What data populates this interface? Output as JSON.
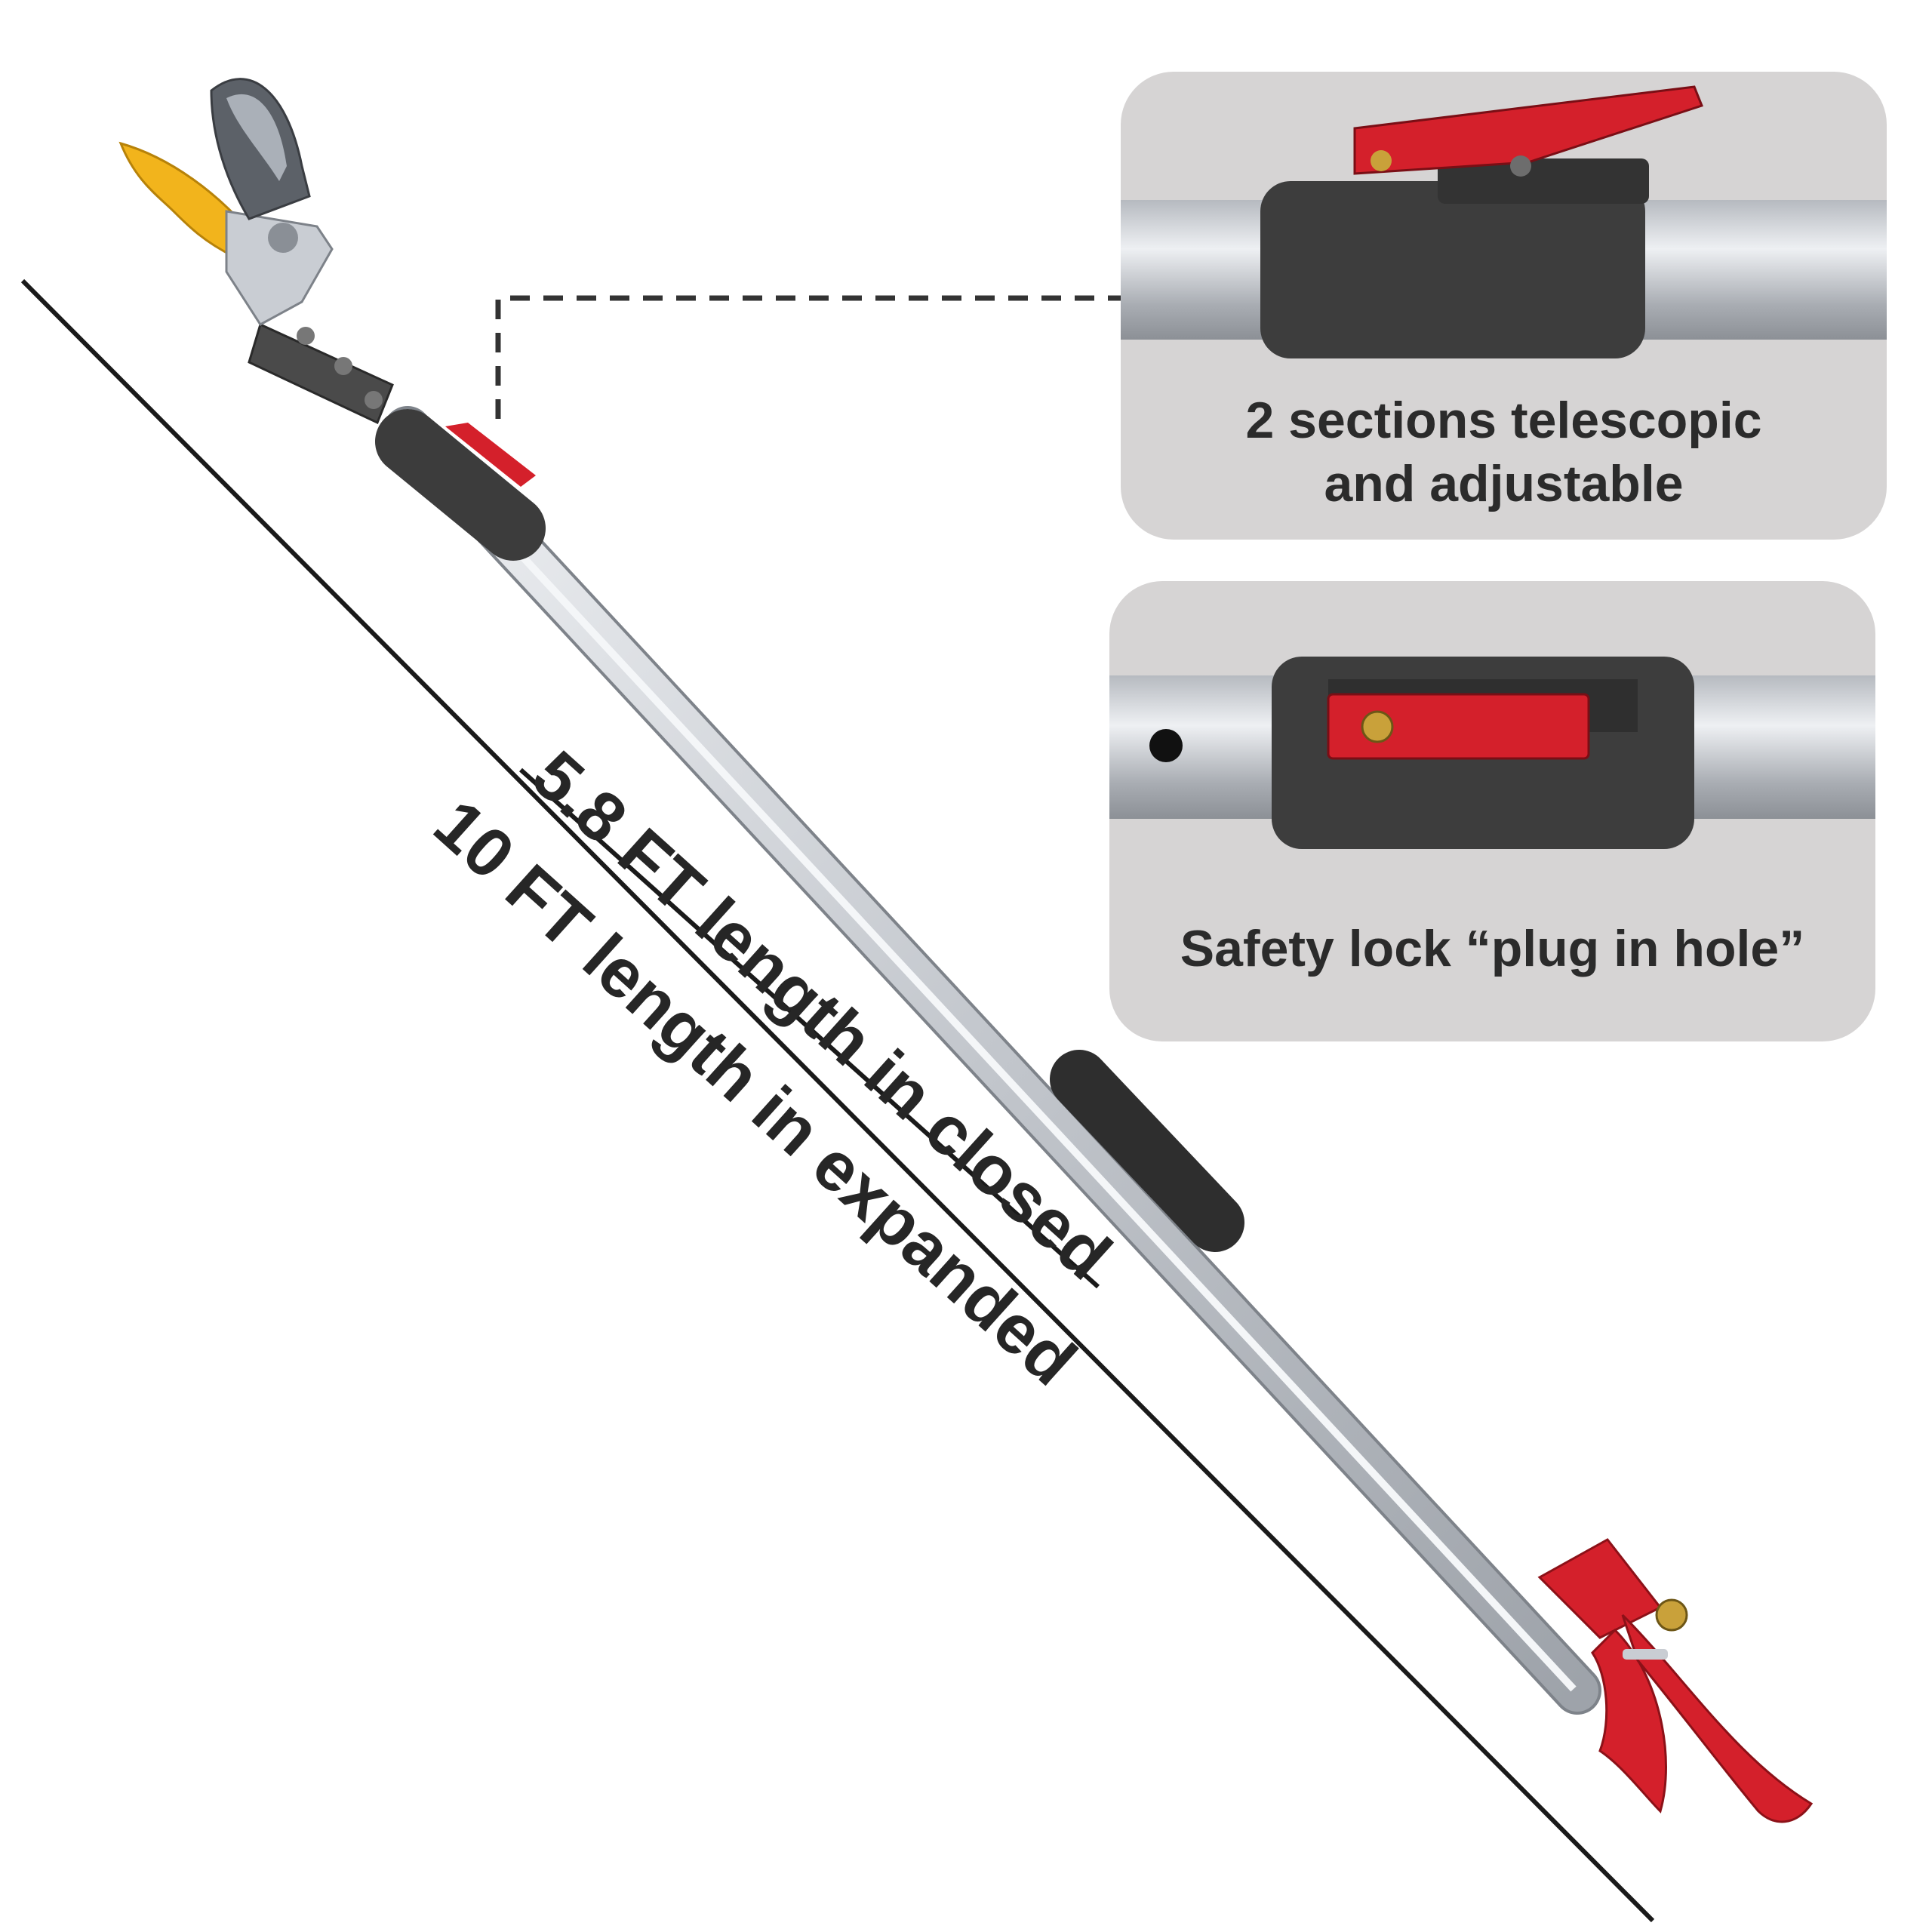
{
  "panels": {
    "telescopic": {
      "caption_line1": "2 sections telescopic",
      "caption_line2": "and adjustable"
    },
    "safety_lock": {
      "caption": "Safety lock “plug in hole”"
    }
  },
  "measurements": {
    "closed": "5.8 FT length in closed",
    "expanded": "10 FT length in expanded"
  },
  "colors": {
    "panel_bg": "#d6d4d4",
    "pole_silver": "#c9cdd3",
    "clamp_black": "#3a3a3a",
    "lever_red": "#d4202b",
    "blade_yellow": "#f2b41c",
    "text": "#2b2b2b"
  }
}
